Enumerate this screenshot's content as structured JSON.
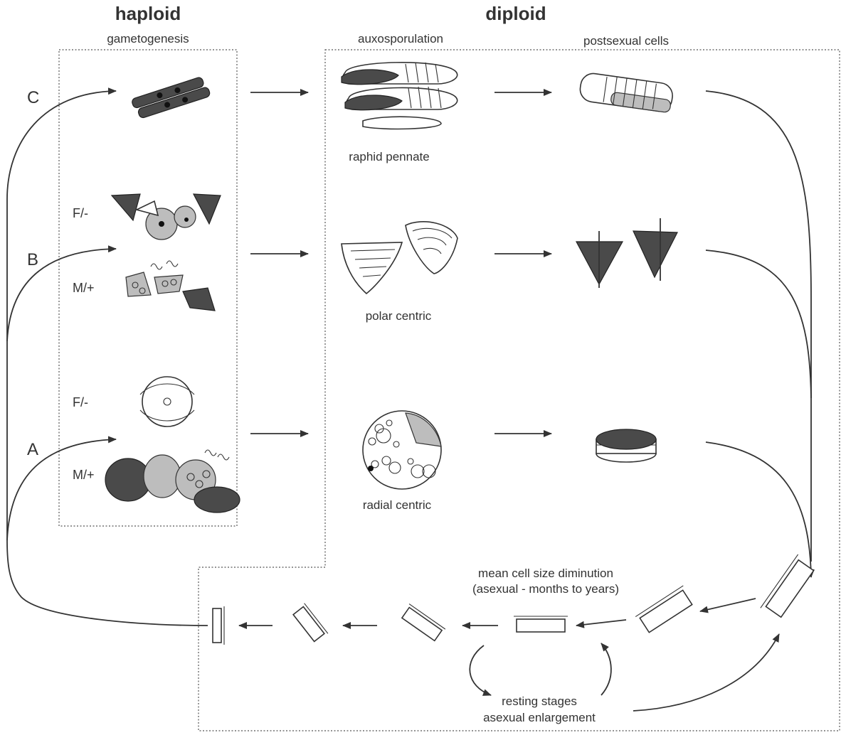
{
  "headings": {
    "haploid": "haploid",
    "diploid": "diploid",
    "gametogenesis": "gametogenesis",
    "auxosporulation": "auxosporulation",
    "postsexual": "postsexual cells"
  },
  "rows": {
    "c": "C",
    "b": "B",
    "a": "A"
  },
  "sex_labels": {
    "b_female": "F/-",
    "b_male": "M/+",
    "a_female": "F/-",
    "a_male": "M/+"
  },
  "types": {
    "raphid": "raphid pennate",
    "polar": "polar centric",
    "radial": "radial centric"
  },
  "cycle": {
    "diminution_line1": "mean cell size diminution",
    "diminution_line2": "(asexual - months to years)",
    "resting_line1": "resting stages",
    "resting_line2": "asexual enlargement"
  },
  "icons": [
    "raphid-pennate-cell-icon",
    "polar-centric-cell-icon",
    "radial-centric-cell-icon",
    "frustule-icon"
  ]
}
